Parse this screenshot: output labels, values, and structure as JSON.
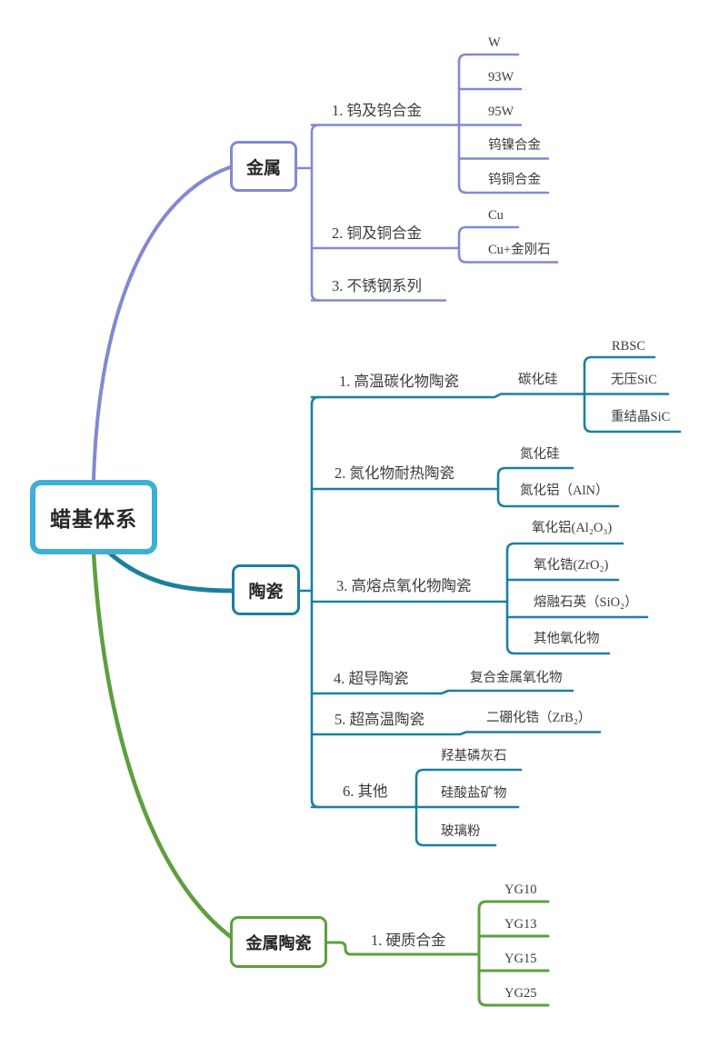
{
  "colors": {
    "root_border": "#3eafd5",
    "metal": "#8289d0",
    "ceramic": "#1b809e",
    "cermet": "#5d9f3e",
    "text": "#3c3c3c"
  },
  "root": {
    "label": "蜡基体系"
  },
  "branches": [
    {
      "label": "金属",
      "children": [
        {
          "label": "1. 钨及钨合金",
          "children": [
            {
              "label": "W"
            },
            {
              "label": "93W"
            },
            {
              "label": "95W"
            },
            {
              "label": "钨镍合金"
            },
            {
              "label": "钨铜合金"
            }
          ]
        },
        {
          "label": "2. 铜及铜合金",
          "children": [
            {
              "label": "Cu"
            },
            {
              "label": "Cu+金刚石"
            }
          ]
        },
        {
          "label": "3. 不锈钢系列",
          "children": []
        }
      ]
    },
    {
      "label": "陶瓷",
      "children": [
        {
          "label": "1. 高温碳化物陶瓷",
          "children": [
            {
              "label": "碳化硅",
              "children": [
                {
                  "label": "RBSC"
                },
                {
                  "label": "无压SiC"
                },
                {
                  "label": "重结晶SiC"
                }
              ]
            }
          ]
        },
        {
          "label": "2. 氮化物耐热陶瓷",
          "children": [
            {
              "label": "氮化硅"
            },
            {
              "label": "氮化铝（AlN）"
            }
          ]
        },
        {
          "label": "3. 高熔点氧化物陶瓷",
          "children": [
            {
              "label": "氧化铝(Al₂O₃)"
            },
            {
              "label": "氧化锆(ZrO₂)"
            },
            {
              "label": "熔融石英（SiO₂）"
            },
            {
              "label": "其他氧化物"
            }
          ]
        },
        {
          "label": "4. 超导陶瓷",
          "children": [
            {
              "label": "复合金属氧化物"
            }
          ]
        },
        {
          "label": "5. 超高温陶瓷",
          "children": [
            {
              "label": "二硼化锆（ZrB₂）"
            }
          ]
        },
        {
          "label": "6. 其他",
          "children": [
            {
              "label": "羟基磷灰石"
            },
            {
              "label": "硅酸盐矿物"
            },
            {
              "label": "玻璃粉"
            }
          ]
        }
      ]
    },
    {
      "label": "金属陶瓷",
      "children": [
        {
          "label": "1. 硬质合金",
          "children": [
            {
              "label": "YG10"
            },
            {
              "label": "YG13"
            },
            {
              "label": "YG15"
            },
            {
              "label": "YG25"
            }
          ]
        }
      ]
    }
  ]
}
